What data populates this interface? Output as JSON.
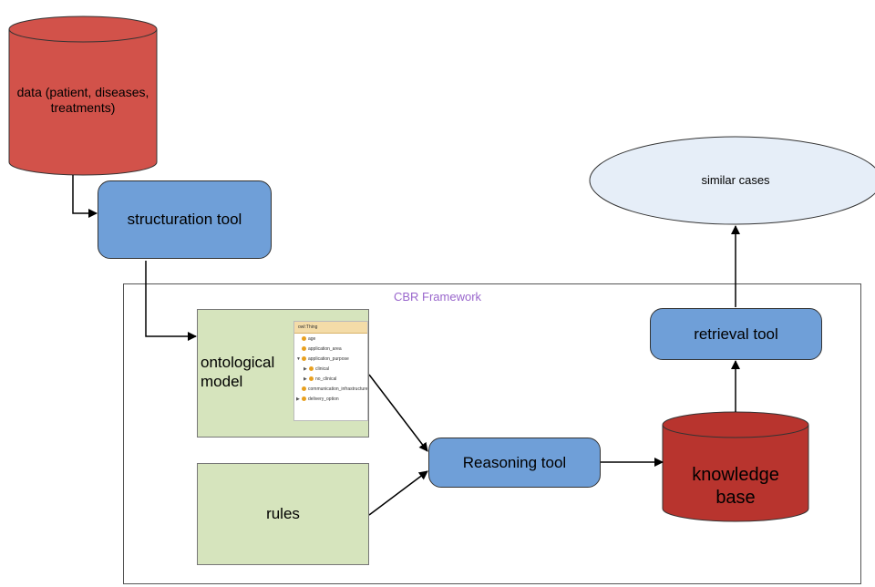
{
  "data_store": {
    "label": "data (patient, diseases, treatments)"
  },
  "structuration_tool": {
    "label": "structuration tool"
  },
  "similar_cases": {
    "label": "similar cases"
  },
  "framework": {
    "title": "CBR Framework"
  },
  "ontological_model": {
    "label": "ontological model",
    "tree_root": "owl:Thing",
    "tree_items": [
      "age",
      "application_area",
      "application_purpose",
      "clinical",
      "no_clinical",
      "communication_infrastructure",
      "delivery_option"
    ]
  },
  "rules": {
    "label": "rules"
  },
  "reasoning_tool": {
    "label": "Reasoning tool"
  },
  "knowledge_base": {
    "label": "knowledge base"
  },
  "retrieval_tool": {
    "label": "retrieval tool"
  },
  "colors": {
    "data_cylinder": "#d2524a",
    "knowledge_cylinder": "#b8342e",
    "tool_box": "#6f9fd8",
    "ontology_box": "#d6e4bd",
    "ellipse": "#e6eef8",
    "framework_title": "#9966cc"
  }
}
